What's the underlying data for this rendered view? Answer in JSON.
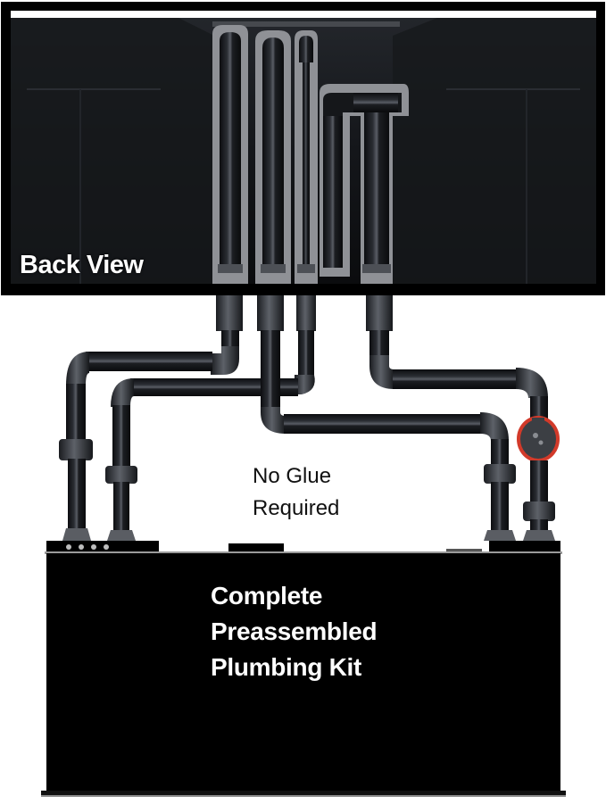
{
  "panel_top": {
    "label": "Back View",
    "colors": {
      "frame": "#000000",
      "glass": "#1e2024",
      "highlight": "#9a9a9a",
      "top_strip": "#ffffff"
    }
  },
  "callouts": {
    "no_glue": [
      "No Glue",
      "Required"
    ],
    "sump": [
      "Complete",
      "Preassembled",
      "Plumbing Kit"
    ]
  },
  "components": {
    "overflow_pipes": 4,
    "ball_valve_accent": "#d23a2a",
    "pipe_color": "#1a1c20",
    "fitting_color": "#3a3d42",
    "sump_color": "#000000"
  }
}
